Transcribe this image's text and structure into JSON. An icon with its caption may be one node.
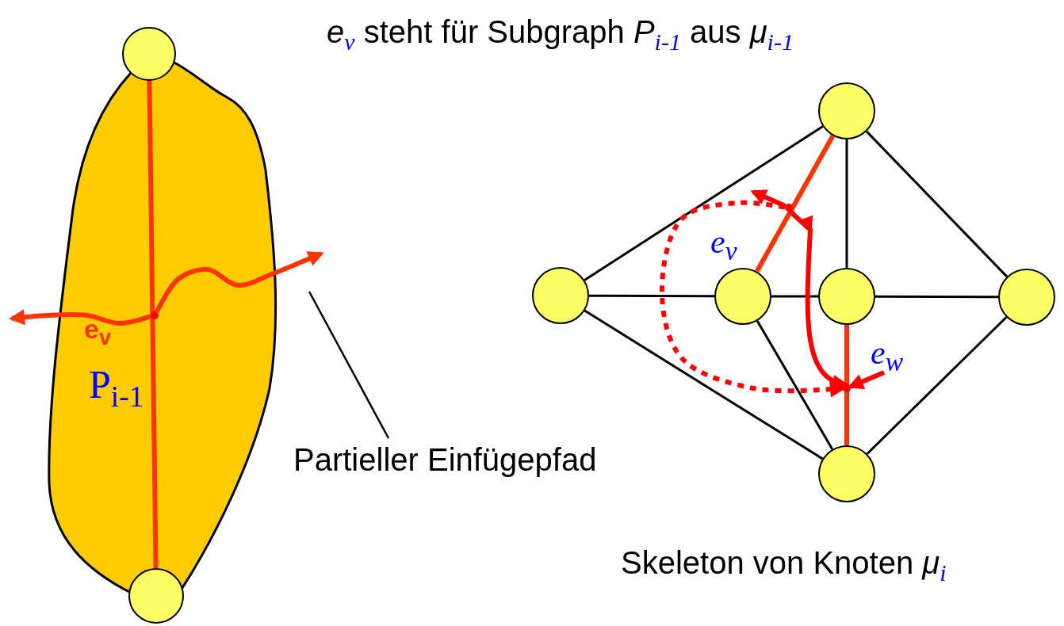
{
  "diagram": {
    "title": "*e*$_{v}$ steht für Subgraph *P*$_{i-1}$ aus *μ*$_{i-1}$",
    "nodes": [
      {
        "text": [
          "P$_{i-1}$"
        ]
      },
      {
        "text": [],
        "shape": "circle"
      },
      {
        "text": [],
        "shape": "circle"
      },
      {
        "text": [],
        "shape": "dot",
        "in": 0
      },
      {
        "text": [
          "Partieller Einfügepfad"
        ]
      },
      {
        "text": [],
        "shape": "circle"
      },
      {
        "text": [],
        "shape": "circle"
      },
      {
        "text": [],
        "shape": "circle"
      },
      {
        "text": [],
        "shape": "circle"
      },
      {
        "text": [],
        "shape": "circle"
      },
      {
        "text": [],
        "shape": "circle"
      },
      {
        "text": [],
        "shape": "dot"
      },
      {
        "text": [],
        "shape": "dot"
      }
    ],
    "edges": [
      {
        "from": 1,
        "to": 2,
        "arrow": "none",
        "color": "#ff3300",
        "style": "thick"
      },
      {
        "from": 3,
        "to": null,
        "arrow": "to",
        "color": "#ff3300",
        "label": "e$_{v}$",
        "style": "thick"
      },
      {
        "from": 3,
        "to": null,
        "arrow": "to",
        "color": "#ff3300",
        "style": "thick"
      },
      {
        "from": 4,
        "to": null,
        "arrow": "none"
      },
      {
        "from": 5,
        "to": 6,
        "arrow": "none"
      },
      {
        "from": 5,
        "to": 8,
        "arrow": "none"
      },
      {
        "from": 5,
        "to": 9,
        "arrow": "none"
      },
      {
        "from": 6,
        "to": 7,
        "arrow": "none"
      },
      {
        "from": 7,
        "to": 8,
        "arrow": "none"
      },
      {
        "from": 8,
        "to": 9,
        "arrow": "none"
      },
      {
        "from": 6,
        "to": 10,
        "arrow": "none"
      },
      {
        "from": 7,
        "to": 10,
        "arrow": "none"
      },
      {
        "from": 9,
        "to": 10,
        "arrow": "none"
      },
      {
        "from": 5,
        "to": 7,
        "arrow": "none",
        "color": "#ff3300",
        "label": "*e*$_{v}$",
        "style": "thick"
      },
      {
        "from": 8,
        "to": 10,
        "arrow": "none",
        "color": "#ff3300",
        "style": "thick"
      },
      {
        "from": 11,
        "to": null,
        "arrow": "to",
        "color": "#ff0000",
        "style": "thick"
      },
      {
        "from": 11,
        "to": 12,
        "arrow": "to",
        "color": "#ff0000",
        "style": "thick"
      },
      {
        "from": 11,
        "to": 12,
        "arrow": "to",
        "color": "#ff0000",
        "style": "dashed"
      },
      {
        "from": null,
        "to": 12,
        "arrow": "to",
        "color": "#ff0000",
        "label": "*e*$_{w}$",
        "style": "thick"
      }
    ],
    "labels": [
      "Skeleton von Knoten *μ*$_{i}$"
    ]
  }
}
